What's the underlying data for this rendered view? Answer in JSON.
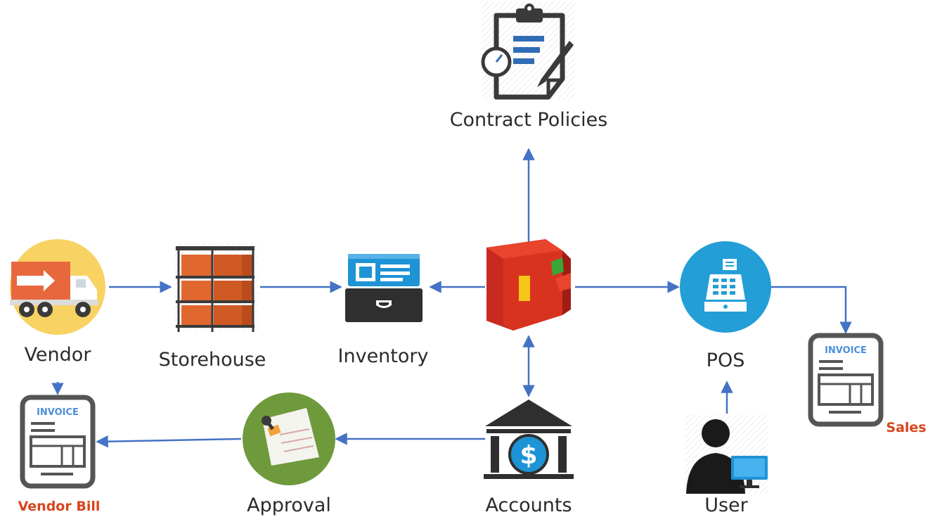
{
  "nodes": {
    "contract_policies": "Contract Policies",
    "vendor": "Vendor",
    "storehouse": "Storehouse",
    "inventory": "Inventory",
    "pos": "POS",
    "approval": "Approval",
    "accounts": "Accounts",
    "user": "User"
  },
  "documents": {
    "vendor_bill": "Vendor Bill",
    "sales": "Sales",
    "invoice_label": "INVOICE"
  },
  "icons": {
    "contract_policies": "clipboard-pen-icon",
    "vendor": "delivery-truck-icon",
    "storehouse": "shelf-boxes-icon",
    "inventory": "drawer-cabinet-icon",
    "center": "odoo-logo-icon",
    "pos": "cash-register-icon",
    "approval": "stamp-document-icon",
    "accounts": "bank-dollar-icon",
    "user": "user-computer-icon",
    "invoice": "invoice-document-icon"
  },
  "colors": {
    "arrow": "#4472c4",
    "highlight_label": "#d9441c",
    "invoice_text": "#4a8fd8"
  }
}
